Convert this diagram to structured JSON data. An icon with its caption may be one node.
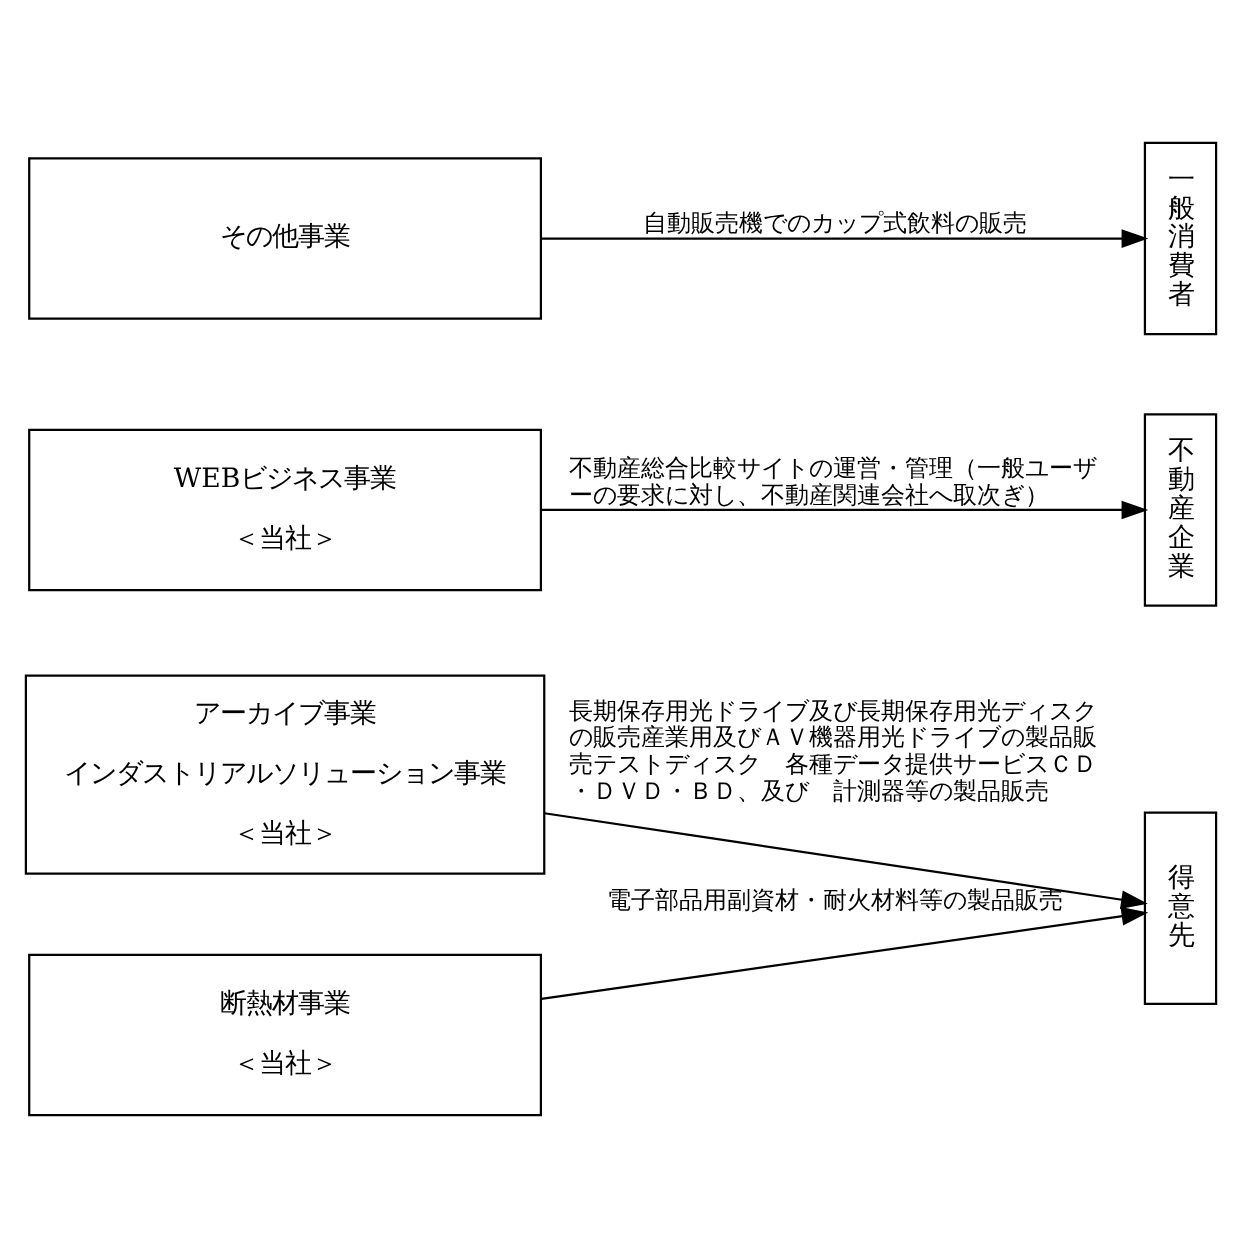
{
  "diagram": {
    "nodes": [
      {
        "text": [
          "アーカイブ事業",
          "インダストリアルソリューション事業",
          "＜当社＞"
        ]
      },
      {
        "text": [
          "得意先"
        ]
      },
      {
        "text": [
          "断熱材事業",
          "＜当社＞"
        ]
      },
      {
        "text": [
          "WEBビジネス事業",
          "＜当社＞"
        ]
      },
      {
        "text": [
          "不動産企業"
        ]
      },
      {
        "text": [
          "その他事業"
        ]
      },
      {
        "text": [
          "一般消費者"
        ]
      }
    ],
    "edges": [
      {
        "from": 0,
        "to": 1,
        "arrow": "to",
        "label": "長期保存用光ドライブ及び長期保存用光ディスクの販売産業用及びＡＶ機器用光ドライブの製品販売テストディスク　各種データ提供サービスＣＤ・ＤＶＤ・ＢＤ、及び　計測器等の製品販売"
      },
      {
        "from": 2,
        "to": 1,
        "arrow": "to",
        "label": "電子部品用副資材・耐火材料等の製品販売"
      },
      {
        "from": 3,
        "to": 4,
        "arrow": "to",
        "label": "不動産総合比較サイトの運営・管理（一般ユーザーの要求に対し、不動産関連会社へ取次ぎ）"
      },
      {
        "from": 5,
        "to": 6,
        "arrow": "to",
        "label": "自動販売機でのカップ式飲料の販売"
      }
    ]
  }
}
